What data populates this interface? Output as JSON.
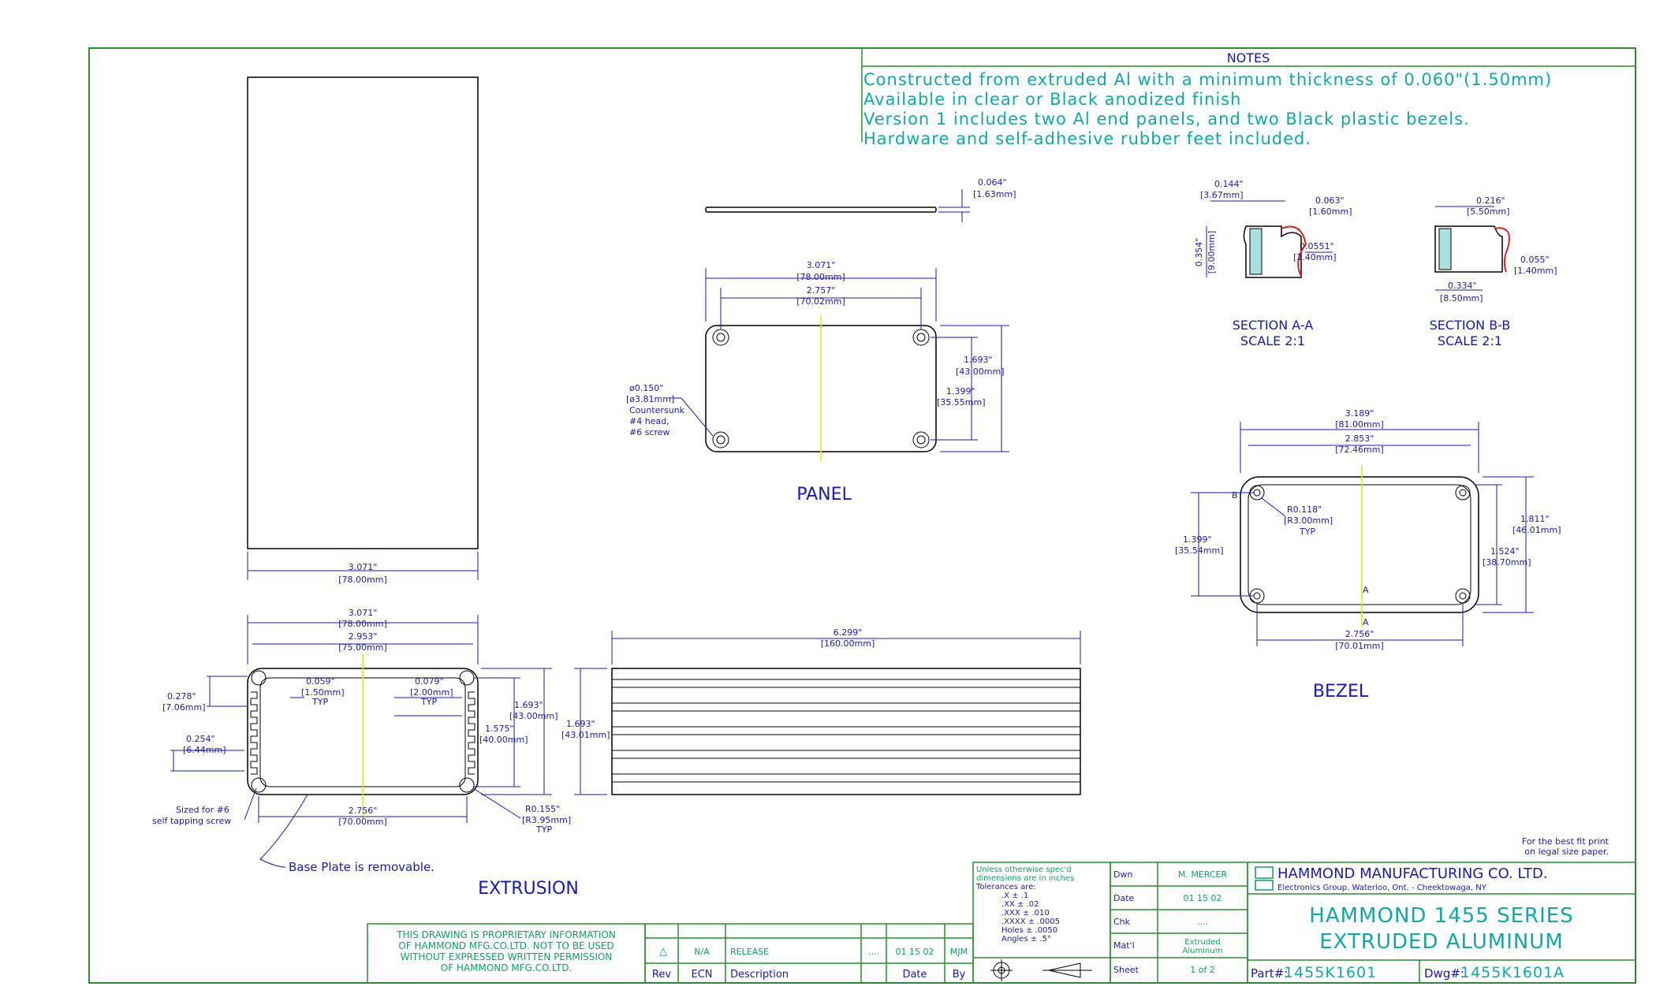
{
  "notes": {
    "title": "NOTES",
    "lines": [
      "Constructed from extruded Al with a minimum thickness of 0.060\"(1.50mm)",
      "Available in clear or Black anodized finish",
      "Version 1 includes two Al end panels, and two Black plastic bezels.",
      "Hardware and self-adhesive rubber feet included."
    ]
  },
  "views": {
    "panel": "PANEL",
    "bezel": "BEZEL",
    "extrusion": "EXTRUSION",
    "section_aa": "SECTION A-A",
    "section_aa_scale": "SCALE 2:1",
    "section_bb": "SECTION B-B",
    "section_bb_scale": "SCALE 2:1"
  },
  "dims": {
    "top_width": [
      "3.071\"",
      "[78.00mm]"
    ],
    "panel_thick": [
      "0.064\"",
      "[1.63mm]"
    ],
    "panel_w1": [
      "3.071\"",
      "[78.00mm]"
    ],
    "panel_w2": [
      "2.757\"",
      "[70.02mm]"
    ],
    "panel_h1": [
      "1.693\"",
      "[43.00mm]"
    ],
    "panel_h2": [
      "1.399\"",
      "[35.55mm]"
    ],
    "panel_hole": [
      "ø0.150\"",
      "[ø3.81mm]",
      "Countersunk",
      "#4 head,",
      "#6 screw"
    ],
    "sec_a_1": [
      "0.144\"",
      "[3.67mm]"
    ],
    "sec_a_2": [
      "0.063\"",
      "[1.60mm]"
    ],
    "sec_a_3": [
      "0.0551\"",
      "[1.40mm]"
    ],
    "sec_a_4": [
      "0.354\"",
      "[9.00mm]"
    ],
    "sec_b_1": [
      "0.216\"",
      "[5.50mm]"
    ],
    "sec_b_2": [
      "0.055\"",
      "[1.40mm]"
    ],
    "sec_b_3": [
      "0.334\"",
      "[8.50mm]"
    ],
    "bez_w1": [
      "3.189\"",
      "[81.00mm]"
    ],
    "bez_w2": [
      "2.853\"",
      "[72.46mm]"
    ],
    "bez_r": [
      "R0.118\"",
      "[R3.00mm]",
      "TYP"
    ],
    "bez_h1": [
      "1.811\"",
      "[46.01mm]"
    ],
    "bez_h2": [
      "1.524\"",
      "[38.70mm]"
    ],
    "bez_h3": [
      "1.399\"",
      "[35.54mm]"
    ],
    "bez_w3": [
      "2.756\"",
      "[70.01mm]"
    ],
    "ext_w1": [
      "3.071\"",
      "[78.00mm]"
    ],
    "ext_w2": [
      "2.953\"",
      "[75.00mm]"
    ],
    "ext_a": [
      "0.278\"",
      "[7.06mm]"
    ],
    "ext_b": [
      "0.059\"",
      "[1.50mm]",
      "TYP"
    ],
    "ext_c": [
      "0.079\"",
      "[2.00mm]",
      "TYP"
    ],
    "ext_d": [
      "0.254\"",
      "[6.44mm]"
    ],
    "ext_h1": [
      "1.693\"",
      "[43.00mm]"
    ],
    "ext_h2": [
      "1.575\"",
      "[40.00mm]"
    ],
    "ext_w3": [
      "2.756\"",
      "[70.00mm]"
    ],
    "ext_r": [
      "R0.155\"",
      "[R3.95mm]",
      "TYP"
    ],
    "ext_screw": [
      "Sized for #6",
      "self tapping screw"
    ],
    "base_plate": "Base Plate is removable.",
    "len_w": [
      "6.299\"",
      "[160.00mm]"
    ],
    "len_h": [
      "1.693\"",
      "[43.01mm]"
    ],
    "sec_mark_a": "A",
    "sec_mark_b": "B"
  },
  "title_block": {
    "proprietary": [
      "THIS DRAWING IS PROPRIETARY INFORMATION",
      "OF HAMMOND MFG.CO.LTD. NOT TO BE USED",
      "WITHOUT EXPRESSED WRITTEN PERMISSION",
      "OF HAMMOND MFG.CO.LTD."
    ],
    "rev_row": [
      "N/A",
      "RELEASE",
      "....",
      "01 15 02",
      "MJM"
    ],
    "rev_head": [
      "Rev",
      "ECN",
      "Description",
      "Date",
      "By"
    ],
    "tolerances": [
      "Unless otherwise spec'd",
      "dimensions are in inches",
      "Tolerances are:",
      ".X      ± .1",
      ".XX     ± .02",
      ".XXX    ± .010",
      ".XXXX   ± .0005",
      "Holes   ± .0050",
      "Angles  ± .5°"
    ],
    "dwn_label": "Dwn",
    "dwn": "M. MERCER",
    "date_label": "Date",
    "date": "01 15 02",
    "chk_label": "Chk",
    "chk": "....",
    "matl_label": "Mat'l",
    "matl": [
      "Extruded",
      "Aluminum"
    ],
    "sheet_label": "Sheet",
    "sheet": "1   of   2",
    "company": "HAMMOND MANUFACTURING CO. LTD.",
    "company_sub": "Electronics Group.  Waterloo, Ont. - Cheektowaga, NY",
    "fit_note": [
      "For the best fit print",
      "on legal size paper."
    ],
    "series_title": [
      "HAMMOND 1455 SERIES",
      "EXTRUDED ALUMINUM"
    ],
    "part_label": "Part#:",
    "part": "1455K1601",
    "dwg_label": "Dwg#:",
    "dwg": "1455K1601A"
  },
  "colors": {
    "frame": "#2e8b2e",
    "dim": "#1a1ab0",
    "note": "#12a7a7",
    "line": "#000000",
    "centerline": "#e8e800",
    "cut": "#e02020"
  }
}
